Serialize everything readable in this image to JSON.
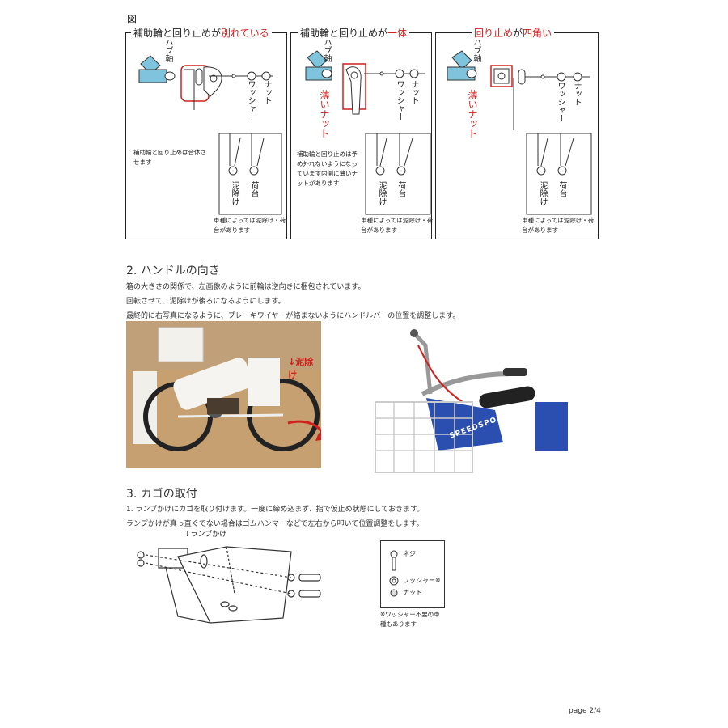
{
  "fig_label": "図",
  "panels": [
    {
      "title_black": "補助輪と回り止めが",
      "title_red": "別れている",
      "hub_label": "ハブ軸",
      "washer_label": "ワッシャー",
      "nut_label": "ナット",
      "note": "補助輪と回り止めは合体させます",
      "fender_label": "泥除け",
      "carrier_label": "荷台",
      "vehicle_note": "車種によっては泥除け・荷台があります"
    },
    {
      "title_black": "補助輪と回り止めが",
      "title_red": "一体",
      "hub_label": "ハブ軸",
      "thin_nut_label": "薄いナット",
      "washer_label": "ワッシャー",
      "nut_label": "ナット",
      "note": "補助輪と回り止めは予め外れないようになっています内側に薄いナットがあります",
      "fender_label": "泥除け",
      "carrier_label": "荷台",
      "vehicle_note": "車種によっては泥除け・荷台があります"
    },
    {
      "title_black": "が",
      "title_red_1": "回り止め",
      "title_red_2": "四角い",
      "hub_label": "ハブ軸",
      "thin_nut_label": "薄いナット",
      "washer_label": "ワッシャー",
      "nut_label": "ナット",
      "fender_label": "泥除け",
      "carrier_label": "荷台",
      "vehicle_note": "車種によっては泥除け・荷台があります"
    }
  ],
  "section2": {
    "heading": "2. ハンドルの向き",
    "lines": [
      "箱の大きさの関係で、左画像のように前輪は逆向きに梱包されています。",
      "回転させて、泥除けが後ろになるようにします。",
      "最終的に右写真になるように、ブレーキワイヤーが絡まないようにハンドルバーの位置を調整します。"
    ],
    "photo_label": "↓泥除け",
    "brand_text": "SPEEDSPORT"
  },
  "section3": {
    "heading": "3. カゴの取付",
    "lines": [
      "1. ランプかけにカゴを取り付けます。一度に締め込まず、指で仮止め状態にしておきます。",
      "ランプかけが真っ直ぐでない場合はゴムハンマーなどで左右から叩いて位置調整をします。"
    ],
    "lamp_label": "↓ランプかけ",
    "legend": {
      "screw": "ネジ",
      "washer": "ワッシャー※",
      "nut": "ナット",
      "note": "※ワッシャー不要の車種もあります"
    }
  },
  "footer": {
    "page": "page 2/4"
  },
  "colors": {
    "accent_red": "#d0201e",
    "frame_blue": "#2a4fb0",
    "hub_blue": "#7fc4dc"
  }
}
